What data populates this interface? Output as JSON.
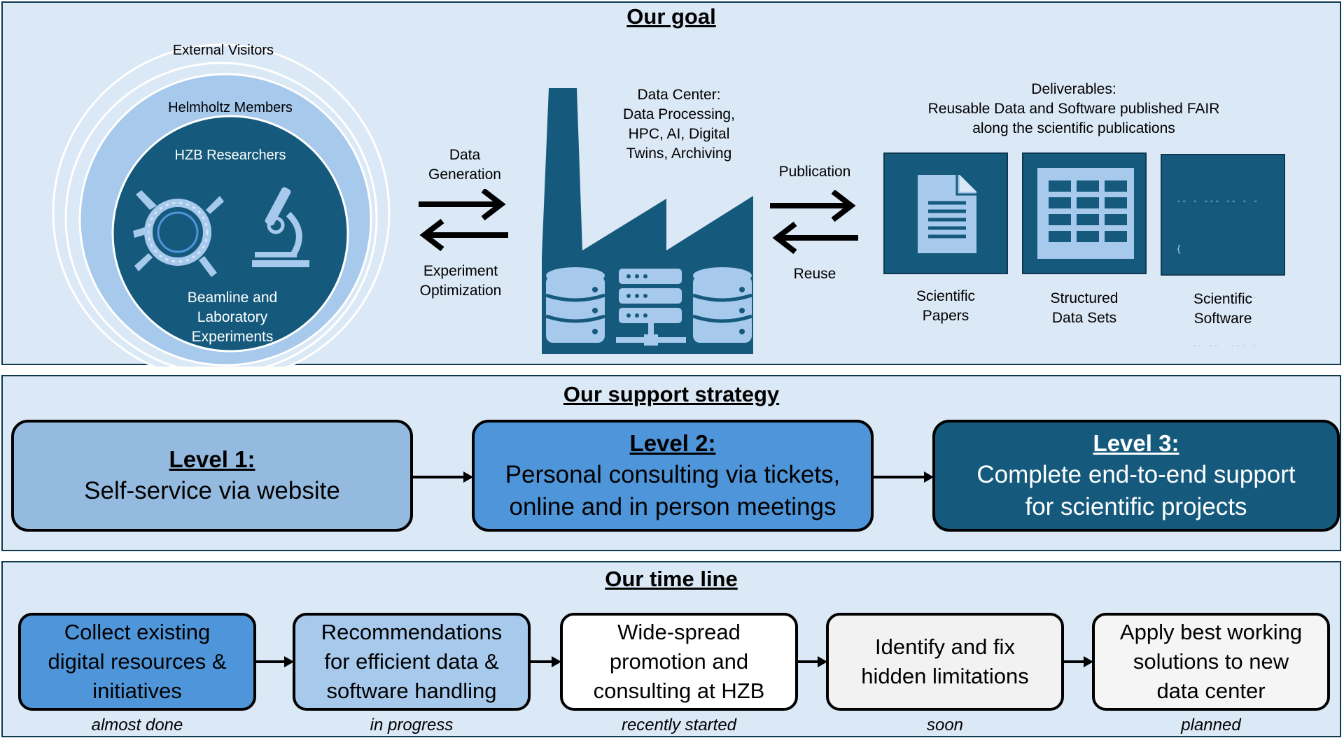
{
  "goal": {
    "title": "Our goal",
    "circles": {
      "outer": "External Visitors",
      "middle": "Helmholtz Members",
      "inner": "HZB Researchers",
      "experiments": "Beamline and\nLaboratory\nExperiments"
    },
    "data_generation": "Data\nGeneration",
    "experiment_optimization": "Experiment\nOptimization",
    "data_center": "Data Center:\nData Processing,\nHPC, AI, Digital\nTwins, Archiving",
    "publication": "Publication",
    "reuse": "Reuse",
    "deliverables": "Deliverables:\nReusable Data and Software published FAIR\nalong the scientific publications",
    "items": [
      {
        "label": "Scientific\nPapers",
        "icon": "document-icon"
      },
      {
        "label": "Structured\nData Sets",
        "icon": "table-icon"
      },
      {
        "label": "Scientific\nSoftware",
        "icon": "code-icon"
      }
    ],
    "code_lines": [
      "-- - --- -- - -",
      "{",
      "---- -- ----",
      "-- --  --- -",
      "--- --- --",
      "}",
      "------ -- -"
    ]
  },
  "strategy": {
    "title": "Our support strategy",
    "levels": [
      {
        "title": "Level 1:",
        "desc": "Self-service via website",
        "color": "#94bbdf",
        "text_color": "#000000"
      },
      {
        "title": "Level 2:",
        "desc": "Personal consulting via tickets,\nonline and in person meetings",
        "color": "#4f95d9",
        "text_color": "#000000"
      },
      {
        "title": "Level 3:",
        "desc": "Complete end-to-end support\nfor scientific projects",
        "color": "#155a7c",
        "text_color": "#ffffff"
      }
    ]
  },
  "timeline": {
    "title": "Our time line",
    "steps": [
      {
        "text": "Collect existing\ndigital resources &\ninitiatives",
        "status": "almost done",
        "color": "#4f95d9"
      },
      {
        "text": "Recommendations\nfor efficient data &\nsoftware handling",
        "status": "in progress",
        "color": "#a6c9ec"
      },
      {
        "text": "Wide-spread\npromotion and\nconsulting at HZB",
        "status": "recently started",
        "color": "#ffffff"
      },
      {
        "text": "Identify and fix\nhidden limitations",
        "status": "soon",
        "color": "#f2f2f2"
      },
      {
        "text": "Apply best working\nsolutions to new\ndata center",
        "status": "planned",
        "color": "#f5f5f5"
      }
    ]
  },
  "colors": {
    "panel_bg": "#dbe8f5",
    "dark_teal": "#155a7c",
    "light_blue": "#a6c9ec"
  }
}
